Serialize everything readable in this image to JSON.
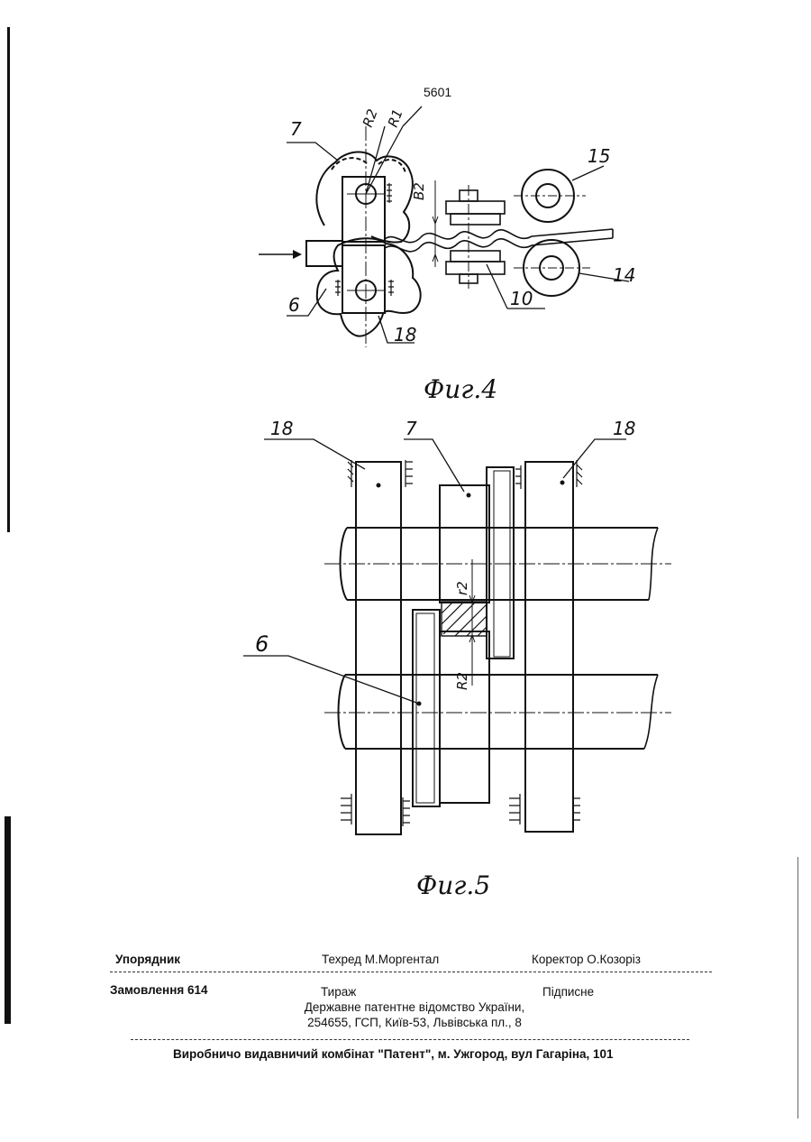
{
  "page_number": "5601",
  "figure4": {
    "caption": "Фиг.4",
    "labels": {
      "l7": "7",
      "lR2": "R2",
      "lR1": "R1",
      "lB2": "B2",
      "l15": "15",
      "l14": "14",
      "l10": "10",
      "l6": "6",
      "l18": "18"
    }
  },
  "figure5": {
    "caption": "Фиг.5",
    "labels": {
      "l18a": "18",
      "l7": "7",
      "l18b": "18",
      "l6": "6",
      "lr2": "r2",
      "lR2": "R2"
    }
  },
  "imprint": {
    "compiler": "Упорядник",
    "tech_editor": "Техред М.Моргентал",
    "corrector": "Коректор О.Козоріз",
    "order": "Замовлення 614",
    "circulation": "Тираж",
    "subscription": "Підписне",
    "office": "Державне патентне відомство України,",
    "address": "254655, ГСП, Київ-53, Львівська пл., 8",
    "publisher": "Виробничо видавничий комбінат \"Патент\", м. Ужгород, вул Гагаріна, 101"
  }
}
